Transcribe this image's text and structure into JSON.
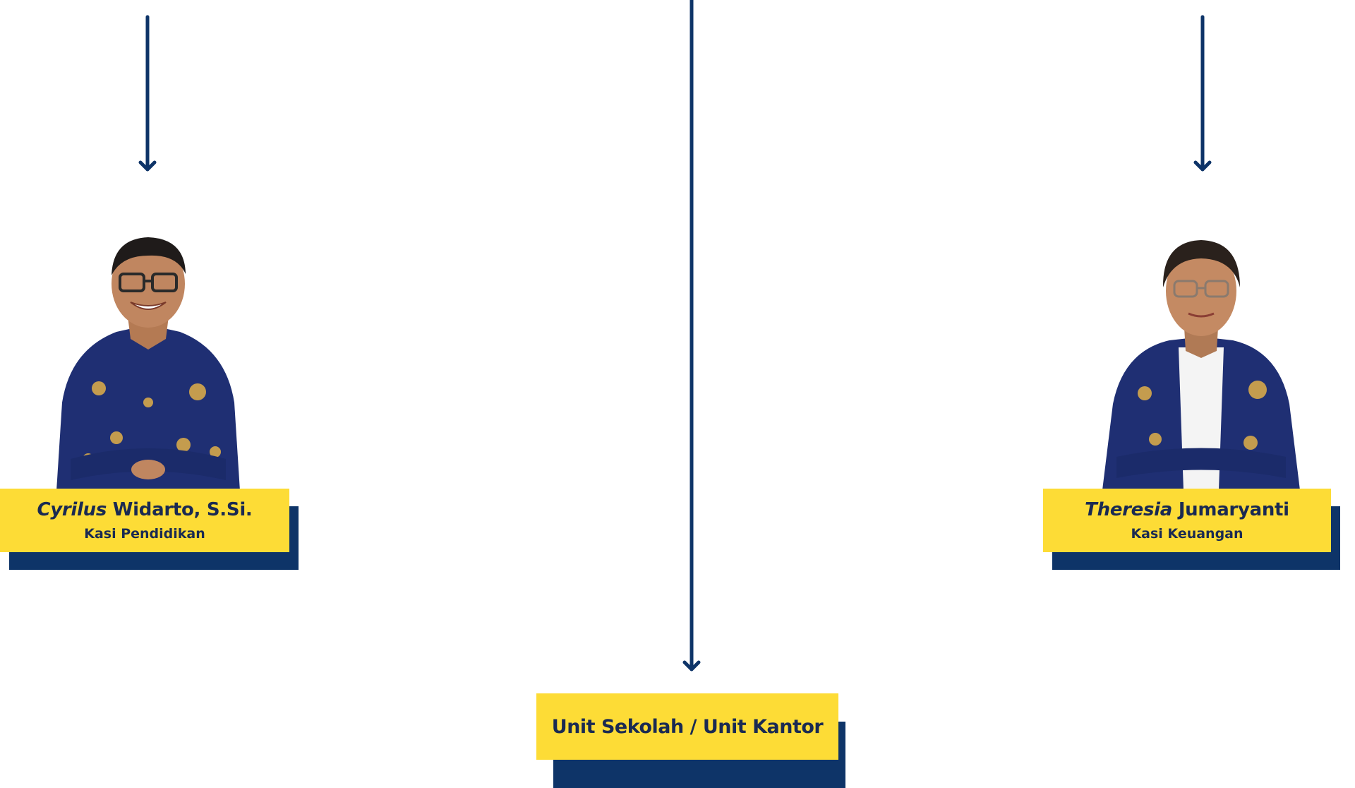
{
  "colors": {
    "navy": "#0e3468",
    "yellow": "#fddc36",
    "text": "#1a2a52"
  },
  "people": [
    {
      "first_name": "Cyrilus",
      "rest_name": "Widarto, S.Si.",
      "role": "Kasi Pendidikan",
      "photo": "man-photo-batik"
    },
    {
      "first_name": "Theresia",
      "rest_name": "Jumaryanti",
      "role": "Kasi Keuangan",
      "photo": "woman-photo-batik"
    }
  ],
  "unit": {
    "label": "Unit Sekolah / Unit Kantor"
  }
}
